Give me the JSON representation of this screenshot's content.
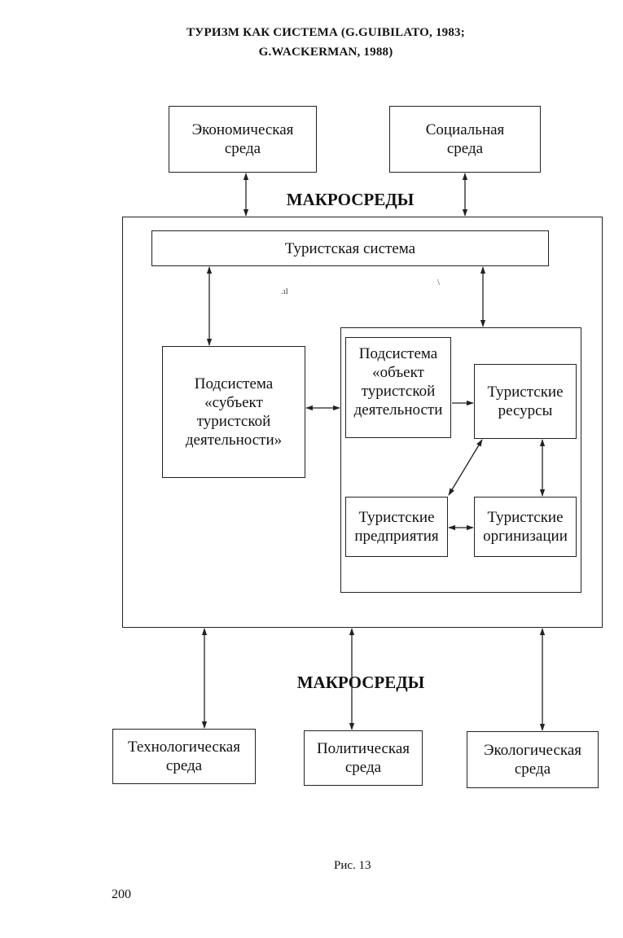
{
  "title": {
    "line1": "ТУРИЗМ КАК СИСТЕМА (G.GUIBILATO, 1983;",
    "line2": "G.WACKERMAN, 1988)"
  },
  "macro_label_top": "МАКРОСРЕДЫ",
  "macro_label_bottom": "МАКРОСРЕДЫ",
  "boxes": {
    "economic": "Экономическая\nсреда",
    "social": "Социальная\nсреда",
    "tourist_system": "Туристская система",
    "subject": "Подсистема\n«субъект\nтуристской\nдеятельности»",
    "object": "Подсистема\n«объект\nтуристской\nдеятельности",
    "resources": "Туристские\nресурсы",
    "enterprises": "Туристские\nпредприятия",
    "organizations": "Туристские\nоргинизации",
    "technological": "Технологическая\nсреда",
    "political": "Политическая\nсреда",
    "ecological": "Экологическая\nсреда"
  },
  "caption": "Рис. 13",
  "page_number": "200"
}
